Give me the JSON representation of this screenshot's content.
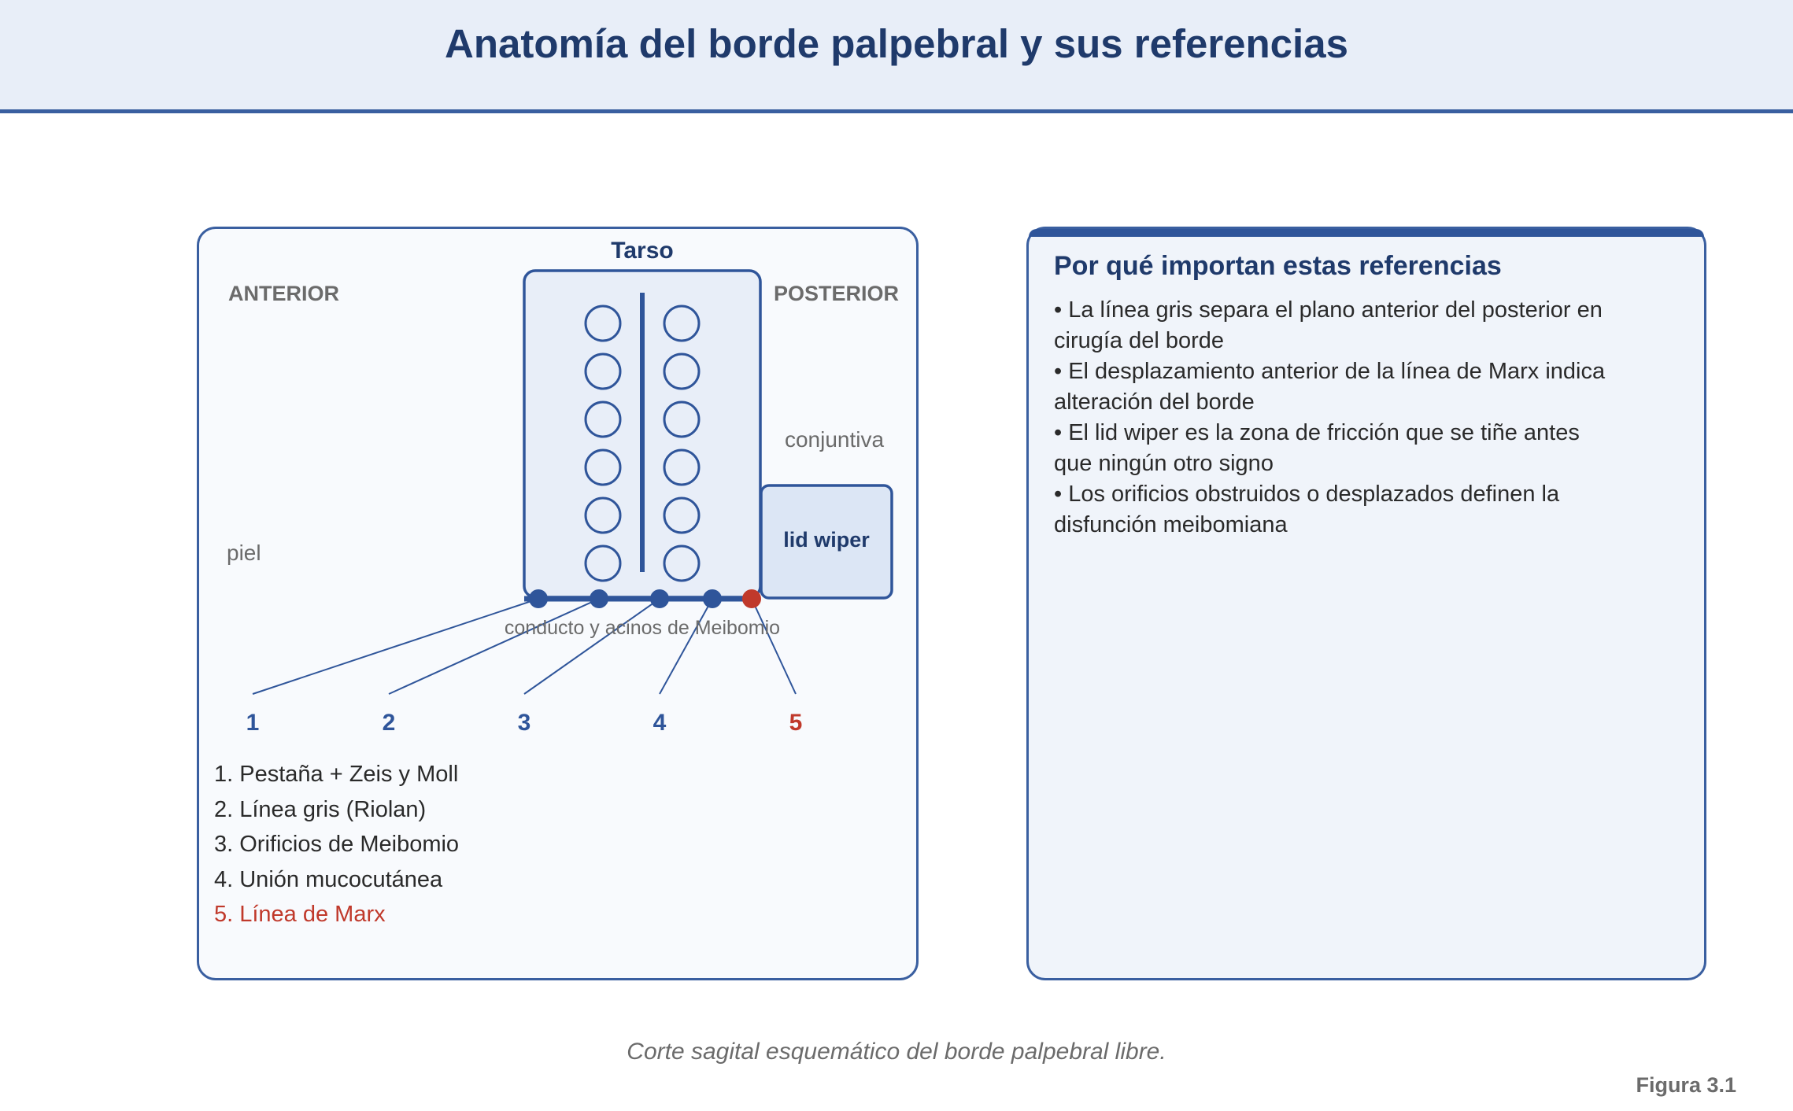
{
  "title": "Anatomía del borde palpebral y sus referencias",
  "diagram": {
    "tarso_label": "Tarso",
    "anterior_label": "ANTERIOR",
    "posterior_label": "POSTERIOR",
    "conjuntiva_label": "conjuntiva",
    "piel_label": "piel",
    "lid_wiper_label": "lid wiper",
    "meibomio_label": "conducto y acinos de Meibomio",
    "markers": [
      {
        "num": "1",
        "color": "#2f559a"
      },
      {
        "num": "2",
        "color": "#2f559a"
      },
      {
        "num": "3",
        "color": "#2f559a"
      },
      {
        "num": "4",
        "color": "#2f559a"
      },
      {
        "num": "5",
        "color": "#c0392b"
      }
    ],
    "legend": [
      "1. Pestaña + Zeis y Moll",
      "2. Línea gris (Riolan)",
      "3. Orificios de Meibomio",
      "4. Unión mucocutánea",
      "5. Línea de Marx"
    ]
  },
  "info": {
    "heading": "Por qué importan estas referencias",
    "bullets": [
      "• La línea gris separa el plano anterior del posterior en cirugía del borde",
      "• El desplazamiento anterior de la línea de Marx indica alteración del borde",
      "• El lid wiper es la zona de fricción que se tiñe antes que ningún otro signo",
      "• Los orificios obstruidos o desplazados definen la disfunción meibomiana"
    ]
  },
  "caption": "Corte sagital esquemático del borde palpebral libre.",
  "figure_label": "Figura 3.1",
  "colors": {
    "accent": "#2f559a",
    "dark": "#1f3a6b",
    "marx": "#c0392b",
    "grey": "#6b6b6b"
  }
}
